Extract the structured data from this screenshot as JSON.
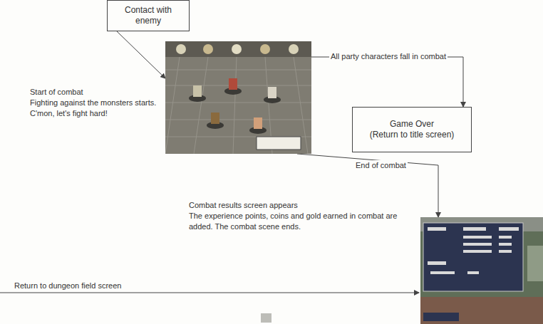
{
  "diagram": {
    "nodes": [
      {
        "text": [
          "Contact with enemy"
        ]
      },
      {
        "text": [
          "Start of combat",
          "Fighting against the monsters starts. C'mon, let's fight hard!"
        ]
      },
      {
        "text": [
          "Game Over",
          "(Return to title screen)"
        ]
      },
      {
        "text": [
          "Combat results screen appears",
          "The experience points, coins and gold earned in combat are added. The combat scene ends."
        ]
      }
    ],
    "edges": [
      {
        "from": 0,
        "to": 1,
        "arrow": "to"
      },
      {
        "from": 1,
        "to": 2,
        "label": "All party characters fall in combat",
        "arrow": "to"
      },
      {
        "from": 1,
        "to": 3,
        "label": "End of combat",
        "arrow": "to"
      }
    ],
    "labels": [
      "Return to dungeon field screen"
    ]
  }
}
